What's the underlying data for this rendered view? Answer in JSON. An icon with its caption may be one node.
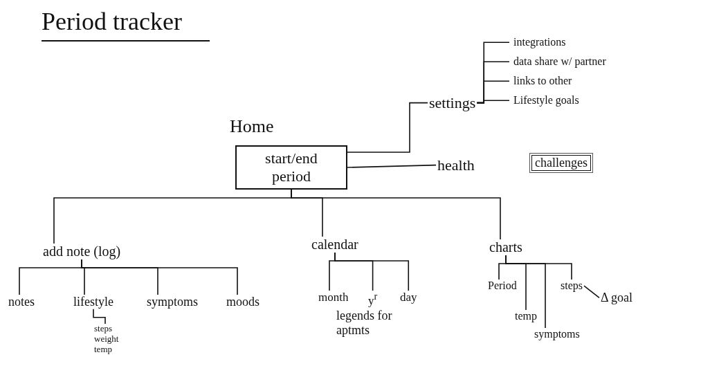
{
  "diagram": {
    "title": "Period tracker",
    "nodes": [
      {
        "text": [
          "Home",
          "start/end period"
        ]
      },
      {
        "text": [
          "settings"
        ]
      },
      {
        "text": [
          "integrations"
        ]
      },
      {
        "text": [
          "data share w/ partner"
        ]
      },
      {
        "text": [
          "links to other"
        ]
      },
      {
        "text": [
          "Lifestyle goals"
        ]
      },
      {
        "text": [
          "health"
        ]
      },
      {
        "text": [
          "challenges"
        ]
      },
      {
        "text": [
          "add note (log)"
        ]
      },
      {
        "text": [
          "calendar"
        ]
      },
      {
        "text": [
          "charts"
        ]
      },
      {
        "text": [
          "notes"
        ]
      },
      {
        "text": [
          "lifestyle"
        ]
      },
      {
        "text": [
          "symptoms"
        ]
      },
      {
        "text": [
          "moods"
        ]
      },
      {
        "text": [
          "steps weight temp"
        ]
      },
      {
        "text": [
          "month"
        ]
      },
      {
        "text": [
          "y$^{r}$"
        ]
      },
      {
        "text": [
          "day"
        ]
      },
      {
        "text": [
          "Period"
        ]
      },
      {
        "text": [
          "temp"
        ]
      },
      {
        "text": [
          "symptoms"
        ]
      },
      {
        "text": [
          "steps"
        ]
      },
      {
        "text": [
          "Δ goal"
        ]
      }
    ],
    "edges": [
      {
        "from": 0,
        "to": 1,
        "arrow": "none"
      },
      {
        "from": 0,
        "to": 6,
        "arrow": "none"
      },
      {
        "from": 1,
        "to": 2,
        "arrow": "none"
      },
      {
        "from": 1,
        "to": 3,
        "arrow": "none"
      },
      {
        "from": 1,
        "to": 4,
        "arrow": "none"
      },
      {
        "from": 1,
        "to": 5,
        "arrow": "none"
      },
      {
        "from": 0,
        "to": 8,
        "arrow": "none"
      },
      {
        "from": 0,
        "to": 9,
        "arrow": "none"
      },
      {
        "from": 0,
        "to": 10,
        "arrow": "none"
      },
      {
        "from": 8,
        "to": 11,
        "arrow": "none"
      },
      {
        "from": 8,
        "to": 12,
        "arrow": "none"
      },
      {
        "from": 8,
        "to": 13,
        "arrow": "none"
      },
      {
        "from": 8,
        "to": 14,
        "arrow": "none"
      },
      {
        "from": 12,
        "to": 15,
        "arrow": "none"
      },
      {
        "from": 9,
        "to": 16,
        "arrow": "none"
      },
      {
        "from": 9,
        "to": 17,
        "arrow": "none"
      },
      {
        "from": 9,
        "to": 18,
        "arrow": "none"
      },
      {
        "from": 10,
        "to": 19,
        "arrow": "none"
      },
      {
        "from": 10,
        "to": 20,
        "arrow": "none"
      },
      {
        "from": 10,
        "to": 21,
        "arrow": "none"
      },
      {
        "from": 10,
        "to": 22,
        "arrow": "none"
      },
      {
        "from": 22,
        "to": 23,
        "arrow": "none"
      }
    ],
    "labels": [
      "legends for aptmts"
    ]
  }
}
